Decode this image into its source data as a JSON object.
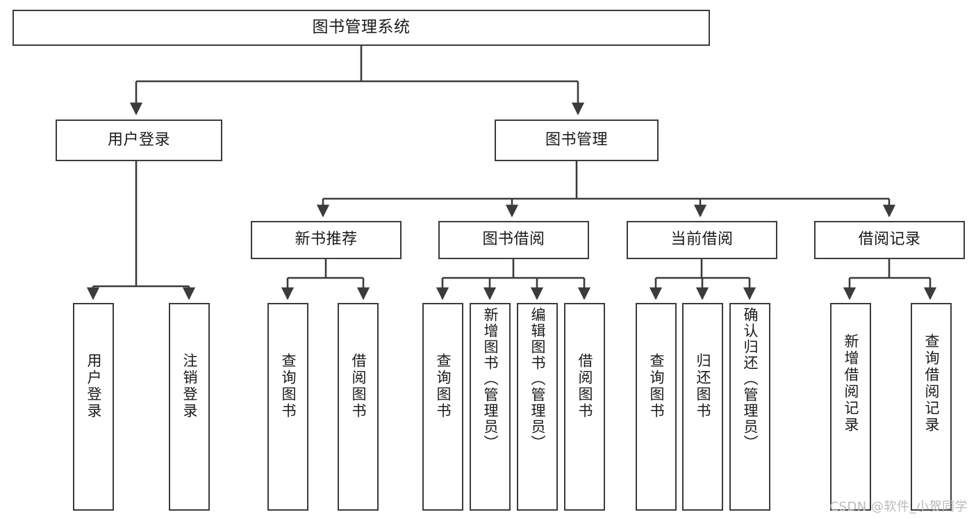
{
  "diagram": {
    "type": "tree-hierarchy-chart",
    "title": "图书管理系统",
    "background_color": "#ffffff",
    "line_color": "#3b3b3b",
    "box_border_color": "#3b3b3b",
    "box_fill_color": "#ffffff",
    "text_color": "#1a1a1a"
  },
  "root": {
    "label": "图书管理系统"
  },
  "level2": [
    {
      "label": "用户登录"
    },
    {
      "label": "图书管理"
    }
  ],
  "level3": [
    {
      "label": "新书推荐"
    },
    {
      "label": "图书借阅"
    },
    {
      "label": "当前借阅"
    },
    {
      "label": "借阅记录"
    }
  ],
  "leaves": {
    "user_login": [
      {
        "label": "用户登录"
      },
      {
        "label": "注销登录"
      }
    ],
    "new_book_recommend": [
      {
        "label": "查询图书"
      },
      {
        "label": "借阅图书"
      }
    ],
    "book_borrow": [
      {
        "label": "查询图书"
      },
      {
        "label": "新增图书（管理员）"
      },
      {
        "label": "编辑图书（管理员）"
      },
      {
        "label": "借阅图书"
      }
    ],
    "current_borrow": [
      {
        "label": "查询图书"
      },
      {
        "label": "归还图书"
      },
      {
        "label": "确认归还（管理员）"
      }
    ],
    "borrow_records": [
      {
        "label": "新增借阅记录"
      },
      {
        "label": "查询借阅记录"
      }
    ]
  },
  "watermark": {
    "text": "CSDN @软件_小贺同学"
  }
}
